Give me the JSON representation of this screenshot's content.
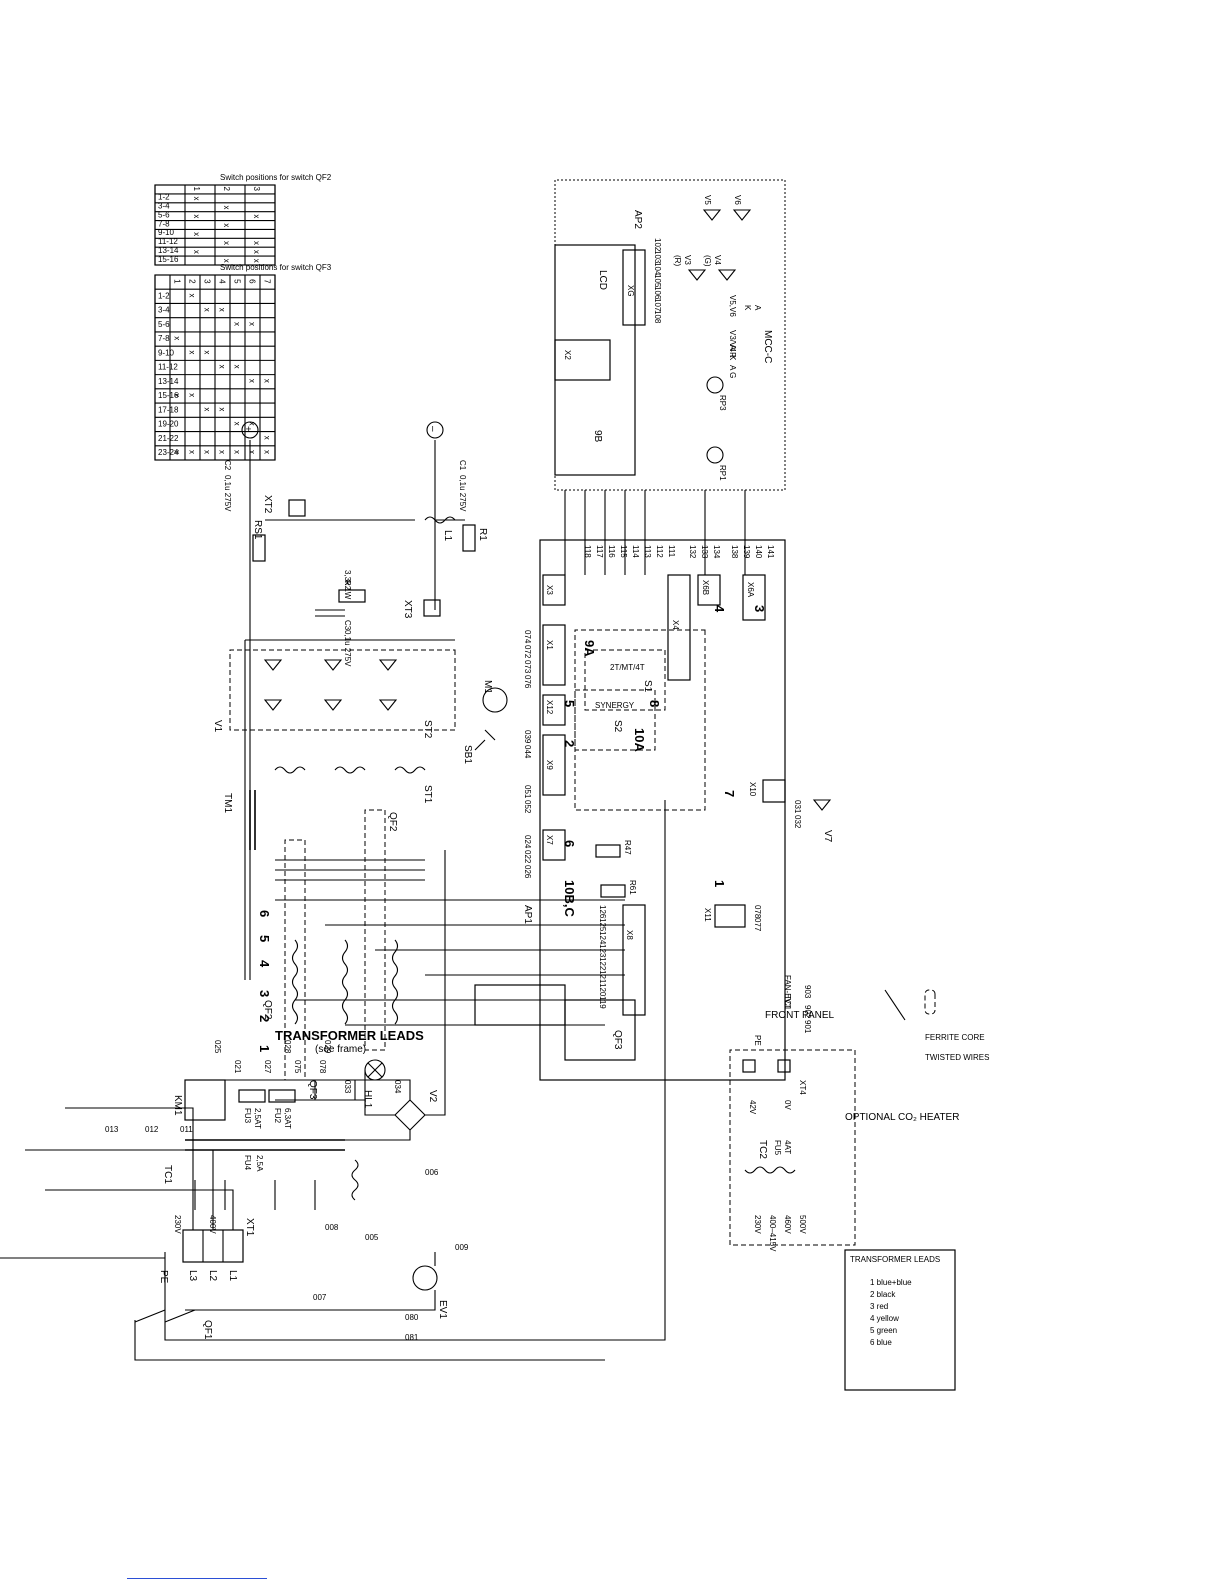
{
  "diagram": {
    "orientation": "rotated-90",
    "title_blocks": {
      "transformer_leads": "TRANSFORMER LEADS",
      "see_frame": "(see frame)",
      "optional_heater": "OPTIONAL CO₂ HEATER",
      "mcc_board": "MCC-C",
      "front_panel": "FRONT PANEL"
    },
    "components": {
      "xt1": "XT1",
      "qf1": "QF1",
      "qf2": "QF2",
      "qf3": "QF3",
      "km1": "KM1",
      "tc1": "TC1",
      "tc2": "TC2",
      "tm1": "TM1",
      "v1": "V1",
      "v2": "V2",
      "ap1": "AP1",
      "ap2": "AP2",
      "rs1": "RS1",
      "r1": "R1",
      "l1": "L1",
      "xt2": "XT2",
      "xt3": "XT3",
      "xt4": "XT4",
      "hl1": "HL1",
      "ev1": "EV1",
      "m1": "M1",
      "sb1": "SB1",
      "st1": "ST1",
      "st2": "ST2",
      "v7": "V7",
      "fu2": "FU2",
      "fu3": "FU3",
      "fu4": "FU4",
      "fu5": "FU5",
      "rp1": "RP1",
      "rp3": "RP3",
      "s1": "S1",
      "s2": "S2",
      "r47": "R47",
      "r61": "R61",
      "c1": "C1",
      "c2": "C2",
      "c3": "C3",
      "r2": "R2",
      "lcd": "LCD"
    },
    "values": {
      "c1": "0,1u 275V",
      "c2": "0,1u 275V",
      "c3": "0,1u 275V",
      "r2": "3,3k 1W",
      "fu2": "6,3AT",
      "fu3": "2,5AT",
      "fu4": "2,5A",
      "fu5": "4AT"
    },
    "connector_labels": {
      "x1": "X1",
      "x2": "X2",
      "x3": "X3",
      "x4": "X4",
      "x6a": "X6A",
      "x6b": "X6B",
      "x7": "X7",
      "x8": "X8",
      "x9": "X9",
      "x10": "X10",
      "x11": "X11",
      "x12": "X12",
      "xg": "XG"
    },
    "board_blocks": {
      "b9a": "9A",
      "b9b": "9B",
      "b10a": "10A",
      "b10bc": "10B,C",
      "b1": "1",
      "b2": "2",
      "b3": "3",
      "b4": "4",
      "b5": "5",
      "b6": "6",
      "b7": "7",
      "b8": "8",
      "synergy": "SYNERGY",
      "s1_label": "2T/MT/4T"
    },
    "supply": {
      "l1": "L1",
      "l2": "L2",
      "l3": "L3",
      "pe": "PE",
      "plus": "+",
      "minus": "–",
      "v42": "42V",
      "v0": "0V",
      "v230": "230V",
      "v400": "400V",
      "v400_415": "400–415V",
      "v460": "460V",
      "v500": "500V"
    },
    "transformer_lead_numbers": [
      "1",
      "2",
      "3",
      "4",
      "5",
      "6"
    ],
    "wire_numbers": {
      "left_column": [
        "011",
        "012",
        "013",
        "008",
        "005",
        "007",
        "080",
        "081",
        "009",
        "006"
      ],
      "ap1_x1": [
        "074",
        "072",
        "073",
        "076"
      ],
      "ap1_x8": [
        "126",
        "125",
        "124",
        "123",
        "122",
        "121",
        "120",
        "119"
      ],
      "ap1_x4": [
        "118",
        "117",
        "116",
        "115",
        "114",
        "113",
        "112",
        "111"
      ],
      "ap1_x6b": [
        "132",
        "133",
        "134"
      ],
      "ap1_x6a": [
        "138",
        "139",
        "140",
        "141"
      ],
      "ap1_x7": [
        "024",
        "022",
        "026"
      ],
      "ap1_x9": [
        "051",
        "052"
      ],
      "ap1_x12": [
        "044",
        "039"
      ],
      "ap1_x10": [
        "031",
        "032"
      ],
      "ap1_x11": [
        "078",
        "077"
      ],
      "tc1_side": [
        "021",
        "027",
        "075",
        "078",
        "025",
        "028",
        "029"
      ],
      "hl1_side": [
        "033",
        "034"
      ],
      "ap2_xg": [
        "102",
        "103",
        "104",
        "105",
        "106",
        "107",
        "108"
      ],
      "front_panel": [
        "901",
        "902",
        "903"
      ]
    },
    "front_panel_labels": {
      "fan": "FAN-EV1",
      "tc1": "TC1",
      "pe": "PE"
    },
    "led_labels": {
      "v3": "V3",
      "v3_color": "(R)",
      "v4": "V4",
      "v4_color": "(G)",
      "v5": "V5",
      "v6": "V6",
      "v34": "V3/V4",
      "v56": "V5,V6",
      "k": "K",
      "a": "A",
      "ar": "A R",
      "ag": "A G"
    },
    "legend": {
      "ferrite": "FERRITE CORE",
      "twisted": "TWISTED WIRES",
      "leads_title": "TRANSFORMER LEADS",
      "leads": [
        "1 blue+blue",
        "2 black",
        "3 red",
        "4 yellow",
        "5 green",
        "6 blue"
      ]
    },
    "switch_table_qf3": {
      "title": "Switch positions for switch QF3",
      "positions": [
        "1",
        "2",
        "3",
        "4",
        "5",
        "6",
        "7"
      ],
      "contacts": [
        "1-2",
        "3-4",
        "5-6",
        "7-8",
        "9-10",
        "11-12",
        "13-14",
        "15-16",
        "17-18",
        "19-20",
        "21-22",
        "23-24"
      ],
      "marks": [
        [
          0,
          1,
          0,
          0,
          0,
          0,
          0
        ],
        [
          0,
          0,
          1,
          1,
          0,
          0,
          0
        ],
        [
          0,
          0,
          0,
          0,
          1,
          1,
          0
        ],
        [
          1,
          0,
          0,
          0,
          0,
          0,
          0
        ],
        [
          0,
          1,
          1,
          0,
          0,
          0,
          0
        ],
        [
          0,
          0,
          0,
          1,
          1,
          0,
          0
        ],
        [
          0,
          0,
          0,
          0,
          0,
          1,
          1
        ],
        [
          1,
          1,
          0,
          0,
          0,
          0,
          0
        ],
        [
          0,
          0,
          1,
          1,
          0,
          0,
          0
        ],
        [
          0,
          0,
          0,
          0,
          1,
          1,
          0
        ],
        [
          0,
          0,
          0,
          0,
          0,
          0,
          1
        ],
        [
          1,
          1,
          1,
          1,
          1,
          1,
          1
        ]
      ],
      "mark": "x"
    },
    "switch_table_qf2": {
      "title": "Switch positions for switch QF2",
      "positions": [
        "1",
        "2",
        "3"
      ],
      "contacts": [
        "1-2",
        "3-4",
        "5-6",
        "7-8",
        "9-10",
        "11-12",
        "13-14",
        "15-16"
      ],
      "marks": [
        [
          1,
          0,
          0
        ],
        [
          0,
          1,
          0
        ],
        [
          1,
          0,
          1
        ],
        [
          0,
          1,
          0
        ],
        [
          1,
          0,
          0
        ],
        [
          0,
          1,
          1
        ],
        [
          1,
          0,
          1
        ],
        [
          0,
          1,
          1
        ]
      ],
      "mark": "x"
    }
  }
}
